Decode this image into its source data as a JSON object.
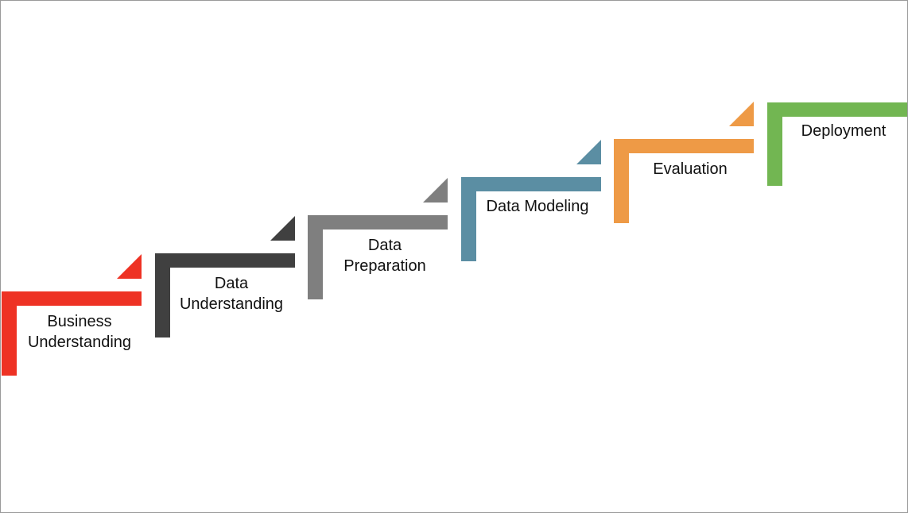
{
  "diagram": {
    "steps": [
      {
        "id": "business-understanding",
        "lines": [
          "Business",
          "Understanding"
        ],
        "color": "#ee3224"
      },
      {
        "id": "data-understanding",
        "lines": [
          "Data",
          "Understanding"
        ],
        "color": "#404040"
      },
      {
        "id": "data-preparation",
        "lines": [
          "Data",
          "Preparation"
        ],
        "color": "#7f7f7f"
      },
      {
        "id": "data-modeling",
        "lines": [
          "Data Modeling"
        ],
        "color": "#5b8ea3"
      },
      {
        "id": "evaluation",
        "lines": [
          "Evaluation"
        ],
        "color": "#ee9a46"
      },
      {
        "id": "deployment",
        "lines": [
          "Deployment"
        ],
        "color": "#72b652"
      }
    ]
  }
}
